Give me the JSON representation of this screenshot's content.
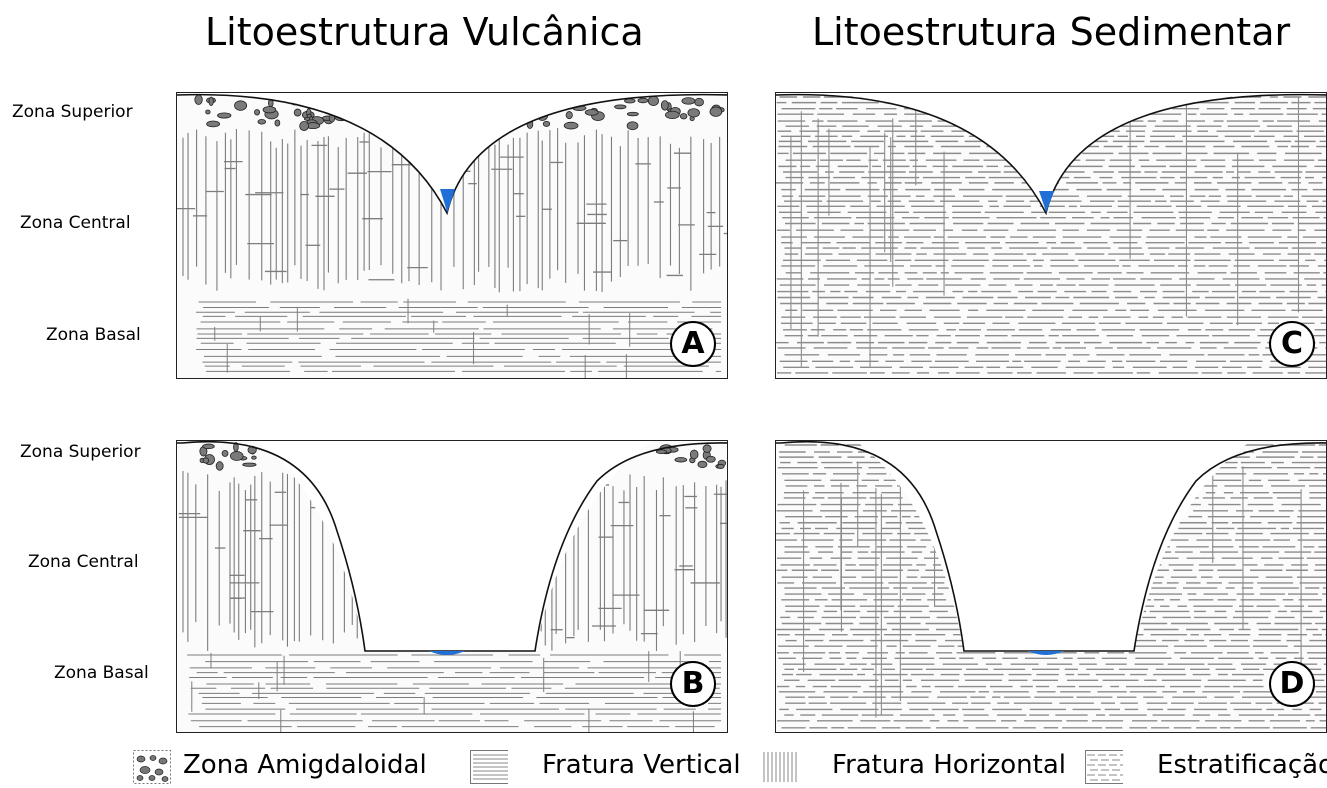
{
  "titles": {
    "left": "Litoestrutura Vulcânica",
    "right": "Litoestrutura Sedimentar"
  },
  "zones": {
    "superior": "Zona Superior",
    "central": "Zona  Central",
    "basal": "Zona Basal"
  },
  "panels": {
    "a": "A",
    "b": "B",
    "c": "C",
    "d": "D"
  },
  "legend": [
    {
      "label": "Zona Amigdaloidal",
      "icon": "amygdaloid-pattern-icon"
    },
    {
      "label": "Fratura Vertical",
      "icon": "horizontal-lines-pattern-icon"
    },
    {
      "label": "Fratura Horizontal",
      "icon": "vertical-lines-pattern-icon"
    },
    {
      "label": "Estratificação",
      "icon": "dashed-lines-pattern-icon"
    }
  ],
  "colors": {
    "water": "#1f6fd6",
    "line": "#222222",
    "fracture": "#7d7d7d",
    "amygdale": "#7a7a7a"
  }
}
